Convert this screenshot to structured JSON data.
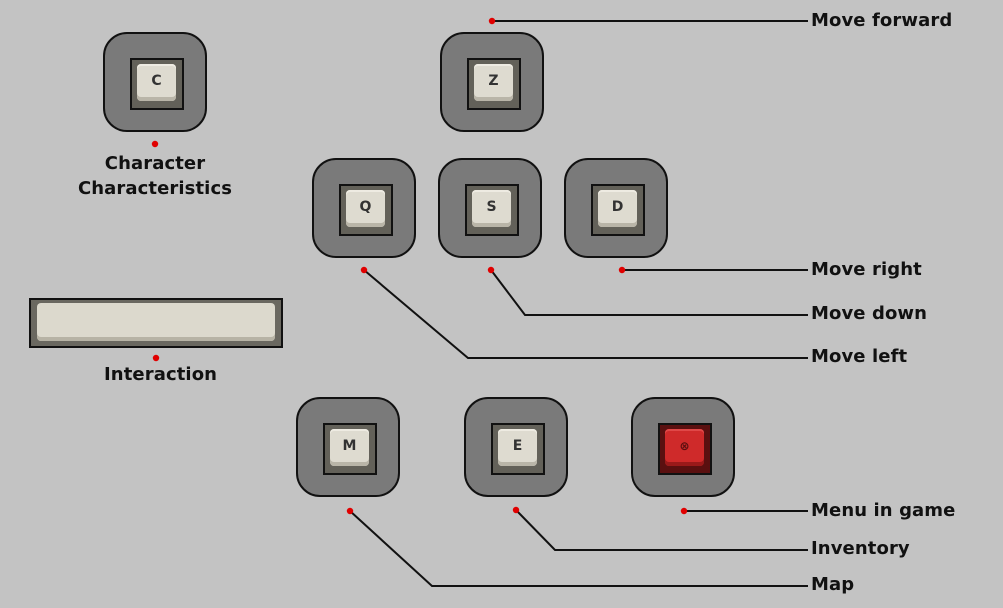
{
  "keys": {
    "c": {
      "glyph": "C",
      "label_line1": "Character",
      "label_line2": "Characteristics"
    },
    "z": {
      "glyph": "Z",
      "label": "Move forward"
    },
    "q": {
      "glyph": "Q",
      "label": "Move left"
    },
    "s": {
      "glyph": "S",
      "label": "Move down"
    },
    "d": {
      "glyph": "D",
      "label": "Move right"
    },
    "space": {
      "label": "Interaction"
    },
    "m": {
      "glyph": "M",
      "label": "Map"
    },
    "e": {
      "glyph": "E",
      "label": "Inventory"
    },
    "escape": {
      "glyph": "⊗",
      "icon": "escape-icon",
      "label": "Menu in game"
    }
  },
  "colors": {
    "background": "#c3c3c3",
    "dot": "#e00000",
    "key_frame": "#7a7a7a",
    "keycap": "#dedbd0",
    "escape_cap": "#cf2a2a"
  }
}
